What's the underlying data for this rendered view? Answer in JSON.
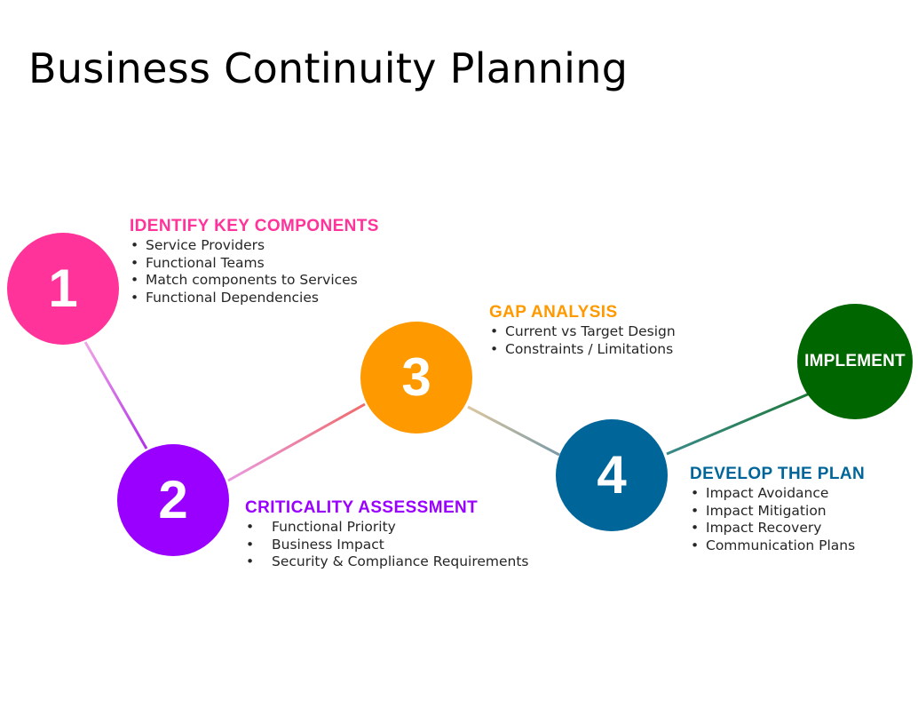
{
  "title": "Business Continuity Planning",
  "colors": {
    "step1": "#ff3399",
    "step2": "#9900ff",
    "step3": "#ff9900",
    "step4": "#006699",
    "implement": "#006600"
  },
  "steps": [
    {
      "number": "1",
      "heading": "IDENTIFY KEY COMPONENTS",
      "items": [
        "Service Providers",
        "Functional Teams",
        "Match components to Services",
        "Functional Dependencies"
      ]
    },
    {
      "number": "2",
      "heading": "CRITICALITY ASSESSMENT",
      "items": [
        "Functional Priority",
        "Business Impact",
        "Security & Compliance Requirements"
      ]
    },
    {
      "number": "3",
      "heading": "GAP ANALYSIS",
      "items": [
        "Current vs Target Design",
        "Constraints / Limitations"
      ]
    },
    {
      "number": "4",
      "heading": "DEVELOP THE PLAN",
      "items": [
        "Impact Avoidance",
        "Impact Mitigation",
        "Impact Recovery",
        "Communication Plans"
      ]
    }
  ],
  "implement": {
    "label": "IMPLEMENT"
  }
}
